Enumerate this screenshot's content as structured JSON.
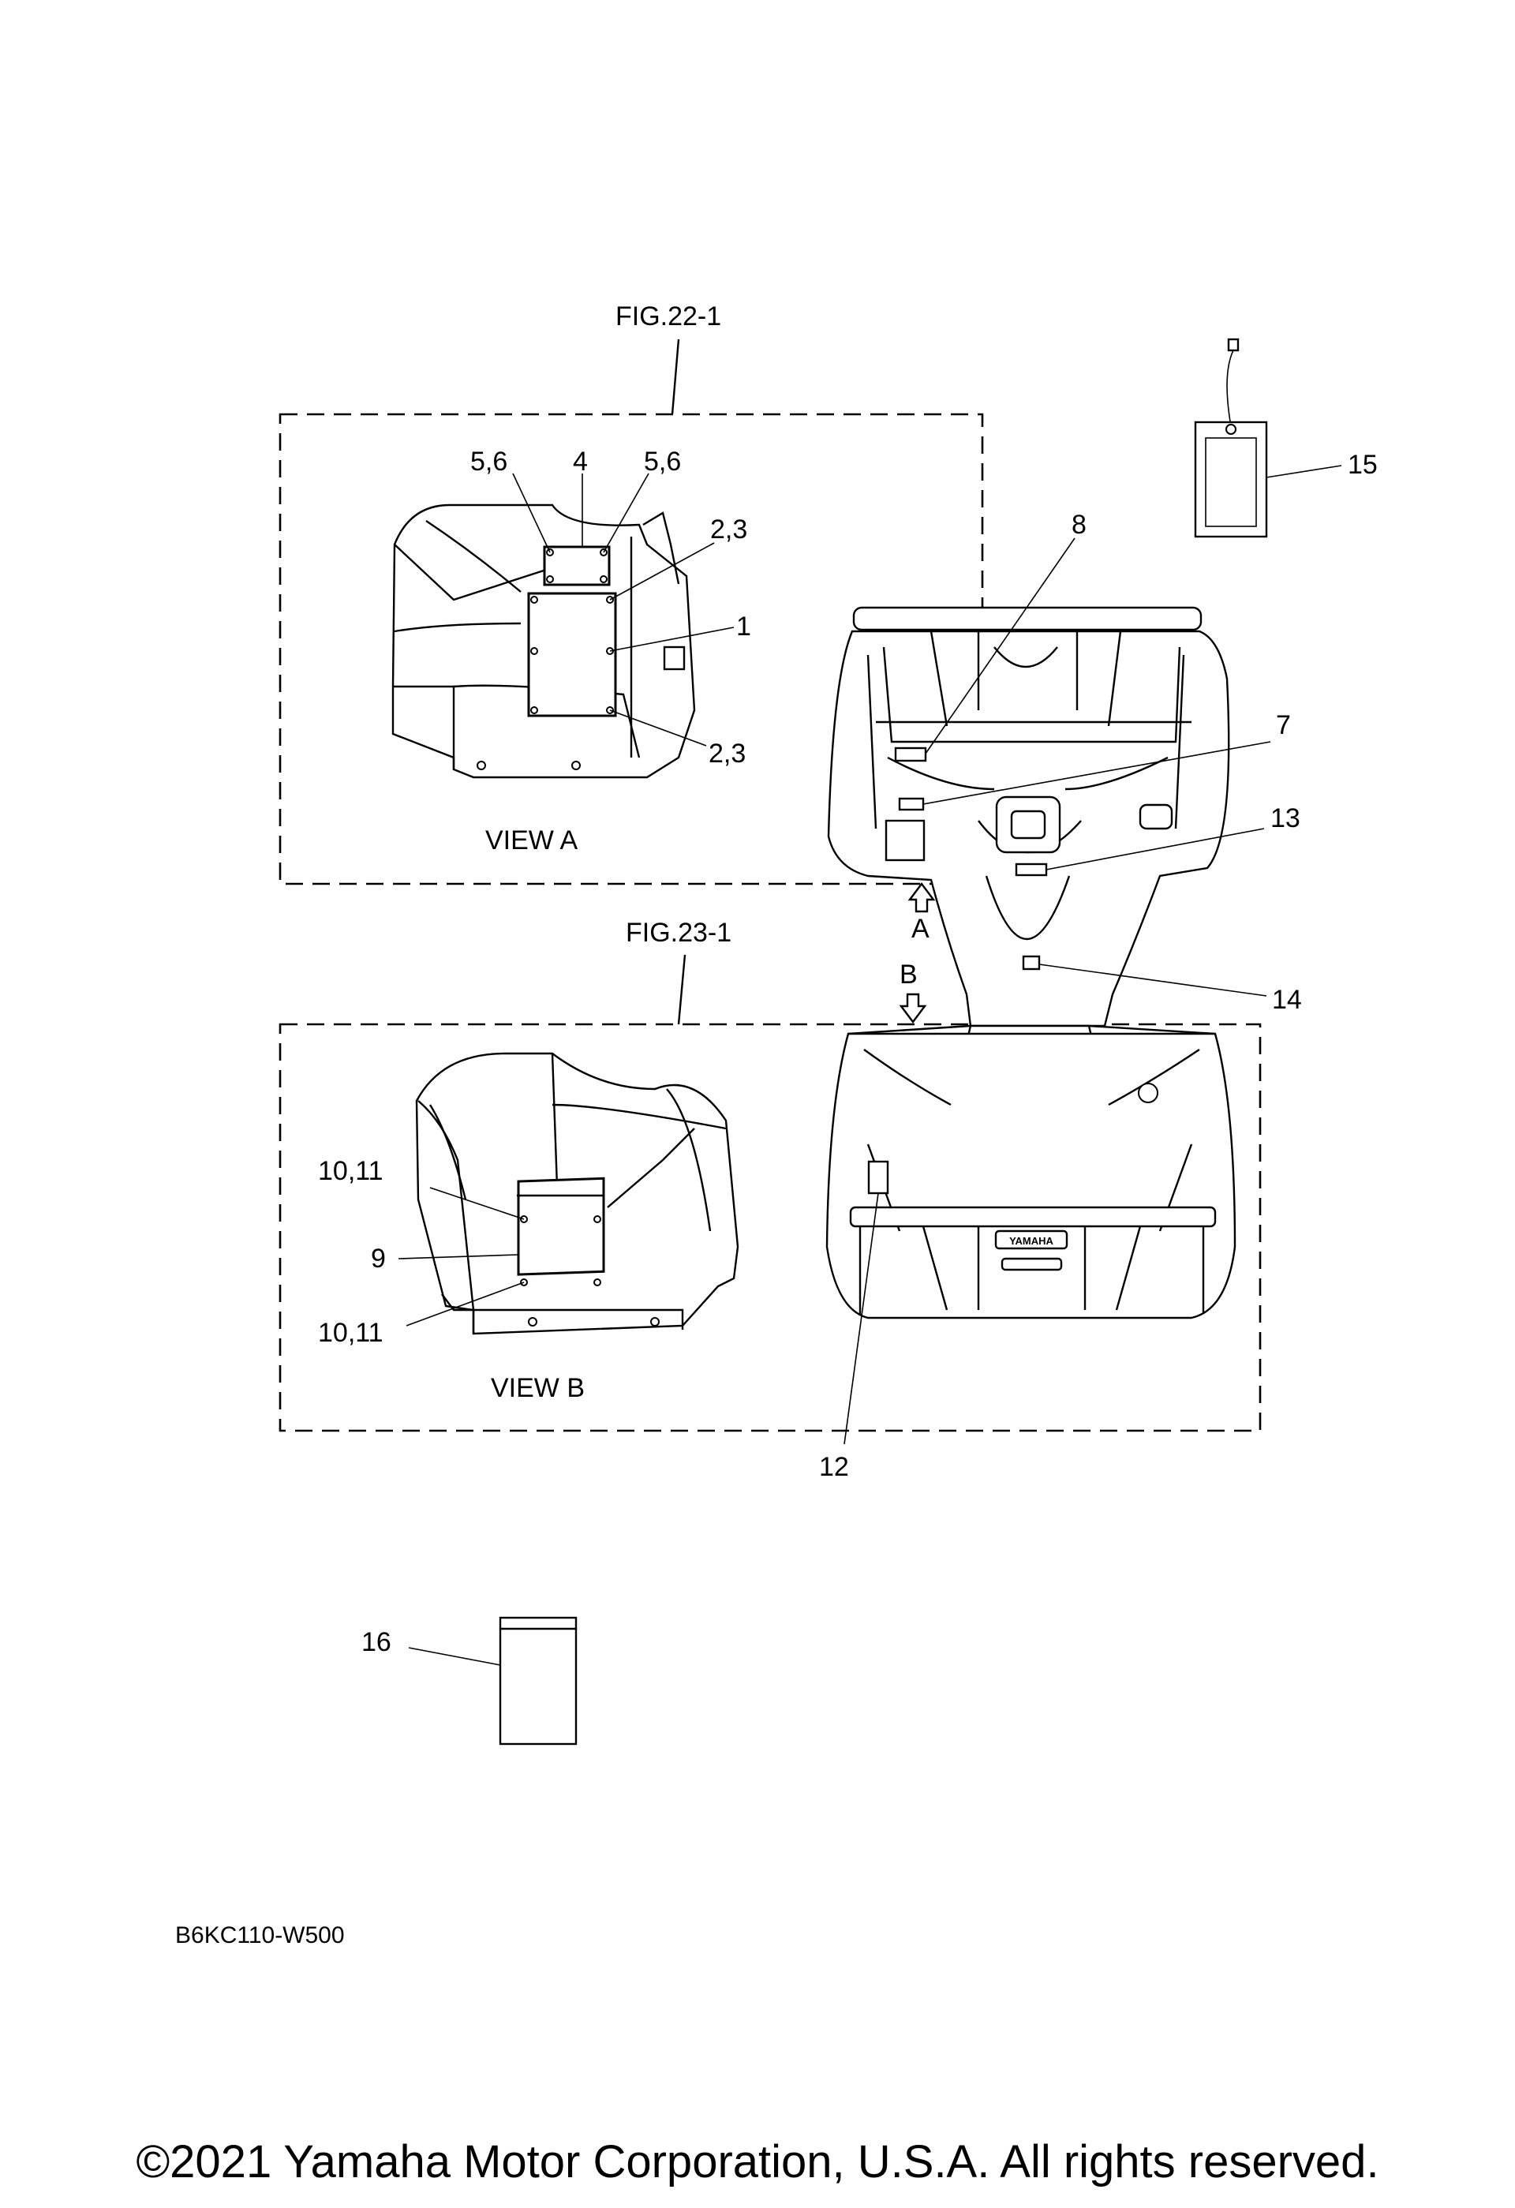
{
  "figures": {
    "fig_a_ref": "FIG.22-1",
    "fig_b_ref": "FIG.23-1",
    "view_a_label": "VIEW A",
    "view_b_label": "VIEW B",
    "arrow_a_letter": "A",
    "arrow_b_letter": "B"
  },
  "callouts": {
    "c1": "1",
    "c23_top": "2,3",
    "c23_bottom": "2,3",
    "c4": "4",
    "c56_left": "5,6",
    "c56_right": "5,6",
    "c7": "7",
    "c8": "8",
    "c9": "9",
    "c1011_top": "10,11",
    "c1011_bottom": "10,11",
    "c12": "12",
    "c13": "13",
    "c14": "14",
    "c15": "15",
    "c16": "16"
  },
  "vehicle_badge": "YAMAHA",
  "diagram_code": "B6KC110-W500",
  "copyright": "©2021 Yamaha Motor Corporation, U.S.A. All rights reserved."
}
